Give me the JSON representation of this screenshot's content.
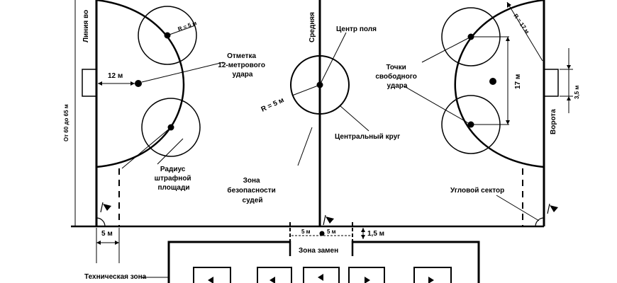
{
  "labels": {
    "goal_line": "Линия во",
    "length": "От 60 до 65 м",
    "distance_12": "12 м",
    "radius_5_left": "R = 5 м",
    "mark_12m": [
      "Отметка",
      "12-метрового",
      "удара"
    ],
    "penalty_radius": [
      "Радиус",
      "штрафной",
      "площади"
    ],
    "five_m_bottom": "5 м",
    "center_line": "Средняя",
    "center_spot": "Центр поля",
    "radius_5_center": "R = 5 м",
    "center_circle": "Центральный круг",
    "safety_zone": [
      "Зона",
      "безопасности",
      "судей"
    ],
    "sub_5m_left": "5 м",
    "sub_5m_right": "5 м",
    "sub_1_5m": "1,5 м",
    "sub_zone": "Зона замен",
    "technical_zone": "Техническая зона",
    "radius_17": "R = 17 м",
    "free_kick": [
      "Точки",
      "свободного",
      "удара"
    ],
    "distance_17": "17 м",
    "goal_width": "3,5 м",
    "goal": "Ворота",
    "corner_sector": "Угловой сектор"
  },
  "colors": {
    "ink": "#000000",
    "background": "#ffffff"
  }
}
